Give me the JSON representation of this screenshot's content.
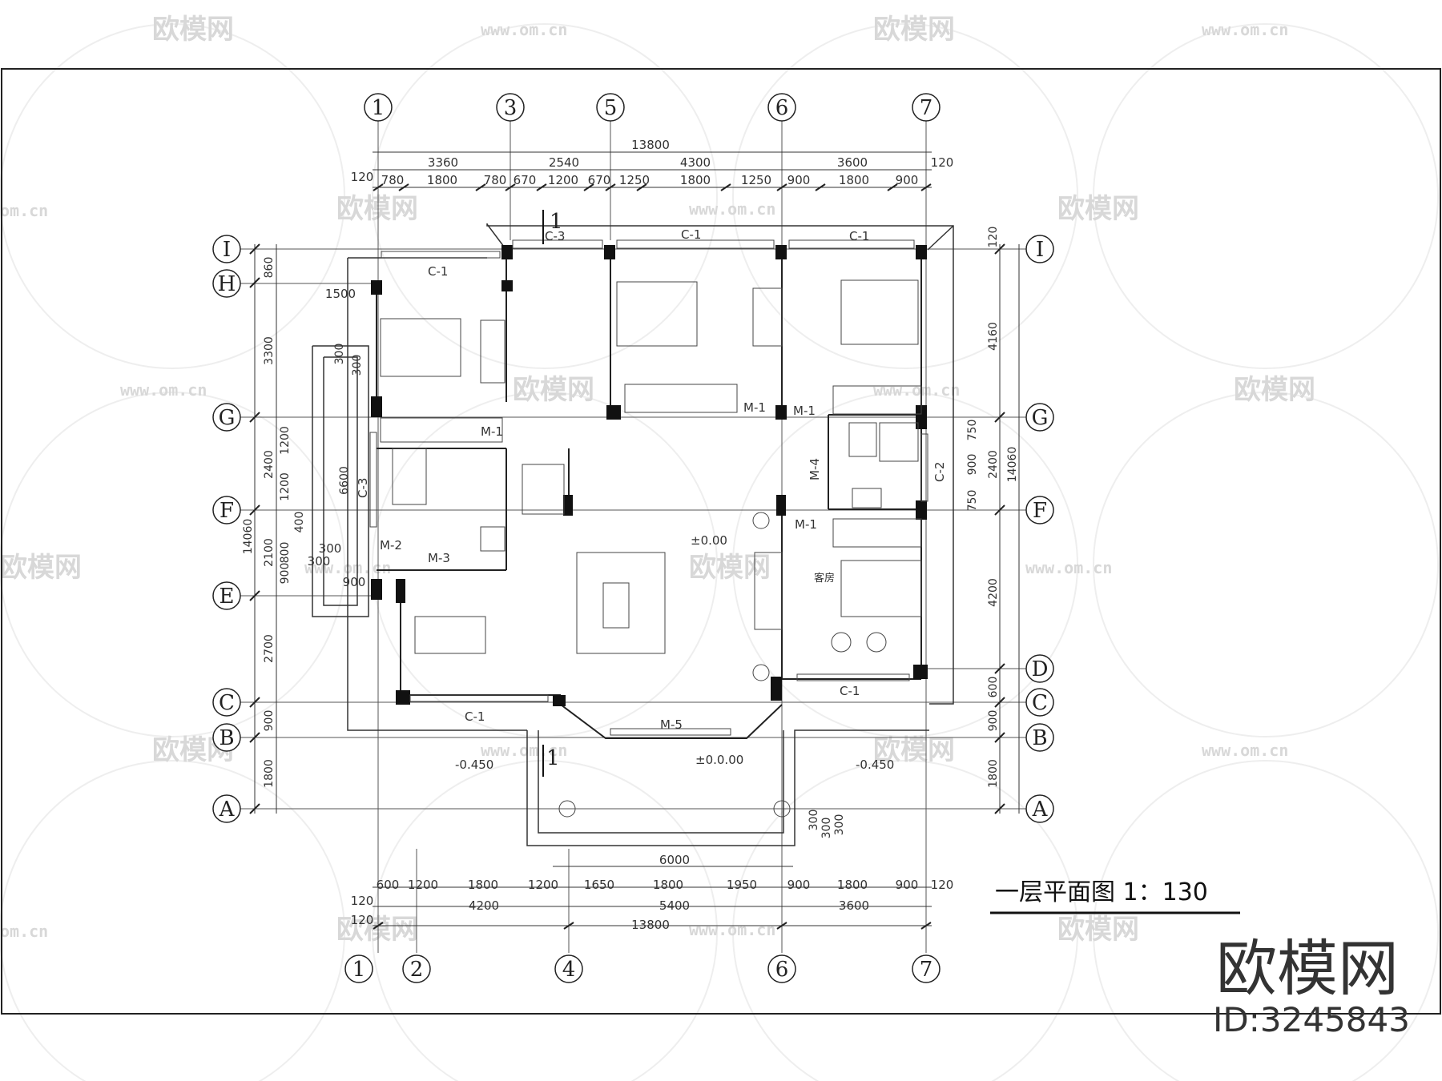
{
  "watermarks": {
    "brand": "欧模网",
    "site": "www.om.cn",
    "site_short": "om.cn"
  },
  "axes": {
    "top": [
      "1",
      "3",
      "5",
      "6",
      "7"
    ],
    "bottom": [
      "1",
      "2",
      "4",
      "6",
      "7"
    ],
    "left": [
      "I",
      "H",
      "G",
      "F",
      "E",
      "C",
      "B",
      "A"
    ],
    "right": [
      "I",
      "G",
      "F",
      "D",
      "C",
      "B",
      "A"
    ]
  },
  "top_dims": {
    "total": "13800",
    "row2": [
      "3360",
      "2540",
      "4300",
      "3600"
    ],
    "row3": [
      "780",
      "1800",
      "780",
      "670",
      "1200",
      "670",
      "1250",
      "1800",
      "1250",
      "900",
      "1800",
      "900"
    ],
    "edge_left": "120",
    "edge_right": "120"
  },
  "bottom_dims": {
    "span": "6000",
    "row1": [
      "600",
      "1200",
      "1800",
      "1200",
      "1650",
      "1800",
      "1950",
      "900",
      "1800",
      "900"
    ],
    "row1_edge_left": "120",
    "row1_edge_right": "120",
    "row2": [
      "4200",
      "5400",
      "3600"
    ],
    "row2_edge": "120",
    "total": "13800"
  },
  "left_dims": {
    "outer": [
      "860",
      "3300",
      "2400",
      "2100",
      "2700",
      "900",
      "1800"
    ],
    "inner": [
      "1200",
      "1200",
      "400",
      "800",
      "900"
    ],
    "total": "14060",
    "stair": [
      "6600",
      "300",
      "300",
      "300",
      "300"
    ],
    "h1500": "1500",
    "h900": "900"
  },
  "right_dims": {
    "outer": [
      "120",
      "4160",
      "750",
      "900",
      "750",
      "4200",
      "600",
      "900",
      "1800"
    ],
    "mid": "2400",
    "total": "14060"
  },
  "bottom_steps": [
    "300",
    "300",
    "300"
  ],
  "labels": {
    "section": "1",
    "c1": "C-1",
    "c2": "C-2",
    "c3": "C-3",
    "m1": "M-1",
    "m2": "M-2",
    "m3": "M-3",
    "m4": "M-4",
    "m5": "M-5",
    "level0": "±0.00",
    "level0b": "±0.0.00",
    "level_out": "-0.450",
    "guest_room": "客房"
  },
  "title": "一层平面图  1：130",
  "brand_id": "ID:3245843"
}
